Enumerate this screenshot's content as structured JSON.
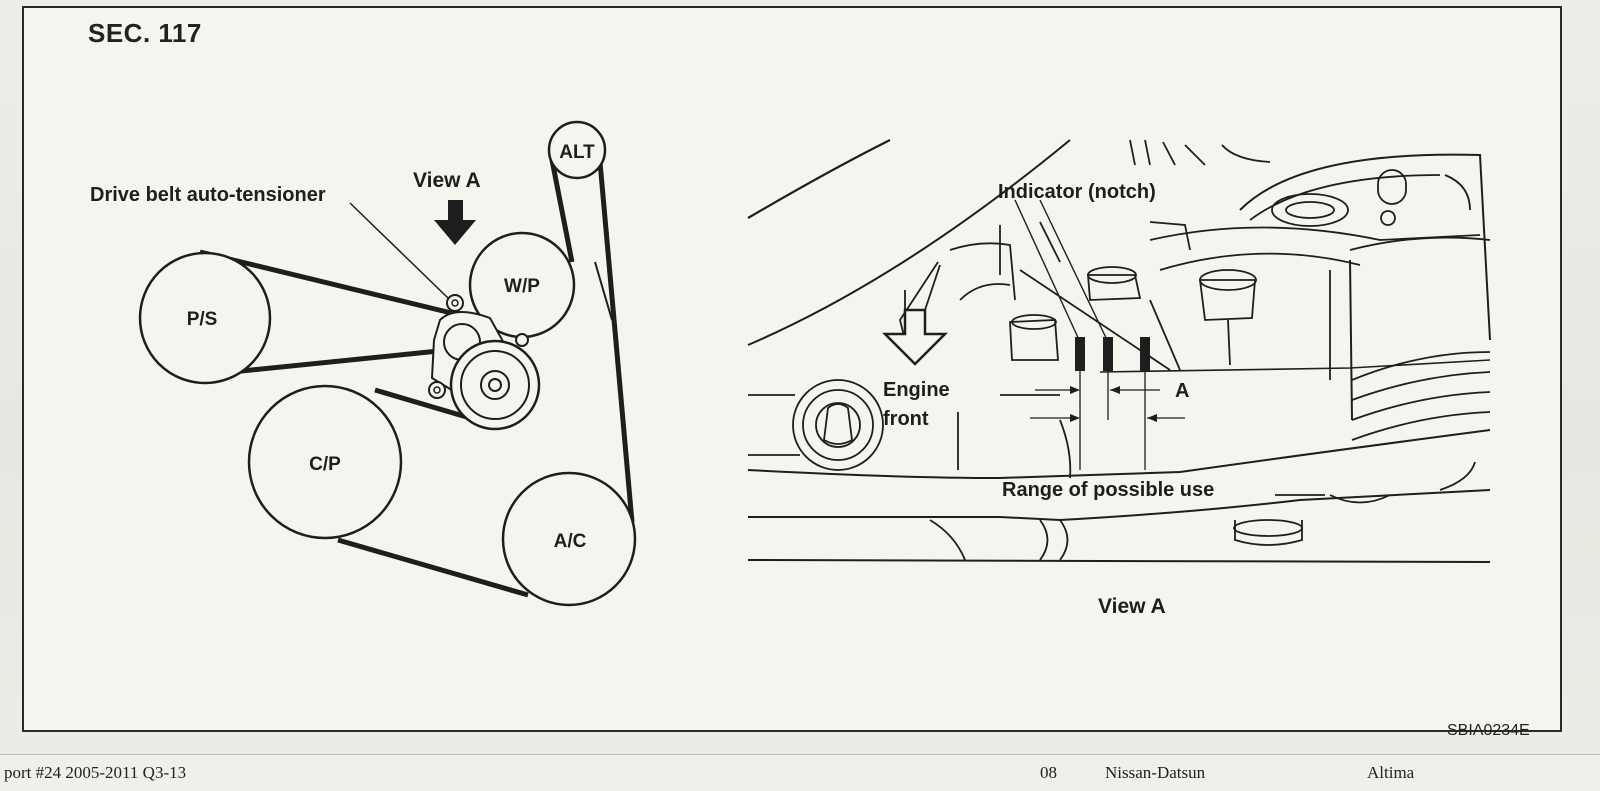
{
  "section": "SEC. 117",
  "figure_code": "SBIA0234E",
  "left_diagram": {
    "tensioner_label": "Drive belt auto-tensioner",
    "view_a_label": "View A",
    "pulleys": {
      "alt": "ALT",
      "wp": "W/P",
      "ps": "P/S",
      "cp": "C/P",
      "ac": "A/C"
    }
  },
  "right_diagram": {
    "indicator_label": "Indicator (notch)",
    "engine_front_line1": "Engine",
    "engine_front_line2": "front",
    "dimension_a": "A",
    "range_label": "Range of possible use",
    "caption": "View A"
  },
  "footer": {
    "report": "port #24 2005-2011 Q3-13",
    "code": "08",
    "make": "Nissan-Datsun",
    "model": "Altima"
  },
  "colors": {
    "ink": "#1e1e1e",
    "paper": "#f4f5ef"
  }
}
